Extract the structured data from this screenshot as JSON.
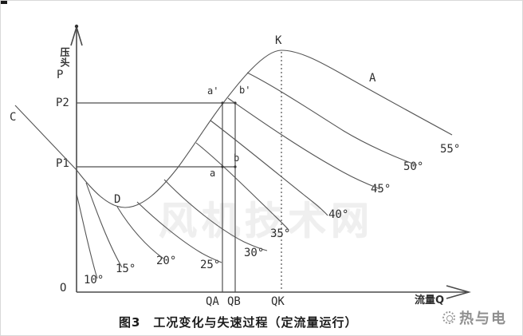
{
  "figure_caption": "图3　工况变化与失速过程（定流量运行）",
  "axes": {
    "y_title": "压头",
    "y_symbol": "P",
    "x_title": "流量Q",
    "origin": "O"
  },
  "levels": {
    "p2": "P2",
    "p1": "P1"
  },
  "flows": {
    "qa": "QA",
    "qb": "QB",
    "qk": "QK"
  },
  "points": {
    "c": "C",
    "d": "D",
    "k": "K",
    "a_branch": "A",
    "a": "a",
    "b": "b",
    "a_prime": "a'",
    "b_prime": "b'"
  },
  "blade_angles": [
    "10°",
    "15°",
    "20°",
    "25°",
    "30°",
    "35°",
    "40°",
    "45°",
    "50°",
    "55°"
  ],
  "watermarks": {
    "center": "风机技术网",
    "logo": "热与电"
  },
  "colors": {
    "line": "#4a4a4a",
    "text": "#2e2e2e",
    "watermark": "#efefef",
    "logo_gray": "#8f8f8f"
  }
}
